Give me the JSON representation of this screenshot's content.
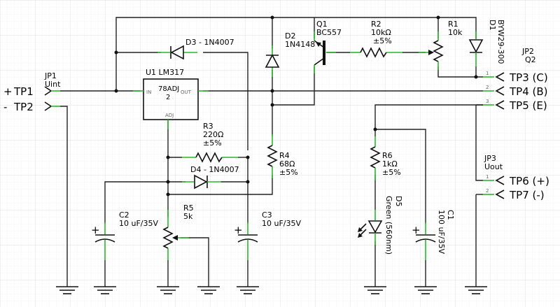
{
  "colors": {
    "wire": "#222222",
    "pin_lead": "#2db52d",
    "grid": "#d7d7d7",
    "background": "#ffffff"
  },
  "components": {
    "jp1": {
      "ref": "JP1",
      "name": "Uint"
    },
    "tp1": {
      "sign": "+",
      "label": "TP1"
    },
    "tp2": {
      "sign": "-",
      "label": "TP2"
    },
    "u1": {
      "ref": "U1 LM317",
      "type": "78ADJ",
      "line2": "2",
      "pin_in": "IN",
      "pin_out": "OUT",
      "pin_adj": "ADJ"
    },
    "d3": {
      "label": "D3 - 1N4007"
    },
    "d4": {
      "label": "D4 - 1N4007"
    },
    "d2": {
      "ref": "D2",
      "value": "1N4148"
    },
    "q1": {
      "ref": "Q1",
      "value": "BC557"
    },
    "r1": {
      "ref": "R1",
      "value": "10k"
    },
    "r2": {
      "ref": "R2",
      "value": "10kΩ",
      "tol": "±5%"
    },
    "r3": {
      "ref": "R3",
      "value": "220Ω",
      "tol": "±5%"
    },
    "r4": {
      "ref": "R4",
      "value": "68Ω",
      "tol": "±5%"
    },
    "r5": {
      "ref": "R5",
      "value": "5k"
    },
    "r6": {
      "ref": "R6",
      "value": "1kΩ",
      "tol": "±5%"
    },
    "d1": {
      "ref": "D1",
      "value": "BYW29-300"
    },
    "d5": {
      "ref": "D5",
      "value": "Green (560nm)"
    },
    "c1": {
      "ref": "C1",
      "value": "100 uF/35V"
    },
    "c2": {
      "ref": "C2",
      "value": "10 uF/35V"
    },
    "c3": {
      "ref": "C3",
      "value": "10 uF/35V"
    },
    "jp2": {
      "ref": "JP2",
      "name": "Q2"
    },
    "jp3": {
      "ref": "JP3",
      "name": "Uout"
    },
    "tp3": {
      "label": "TP3 (C)"
    },
    "tp4": {
      "label": "TP4 (B)"
    },
    "tp5": {
      "label": "TP5 (E)"
    },
    "tp6": {
      "label": "TP6 (+)"
    },
    "tp7": {
      "label": "TP7 (-)"
    }
  },
  "pins": {
    "one": "1",
    "two": "2",
    "three": "3"
  }
}
